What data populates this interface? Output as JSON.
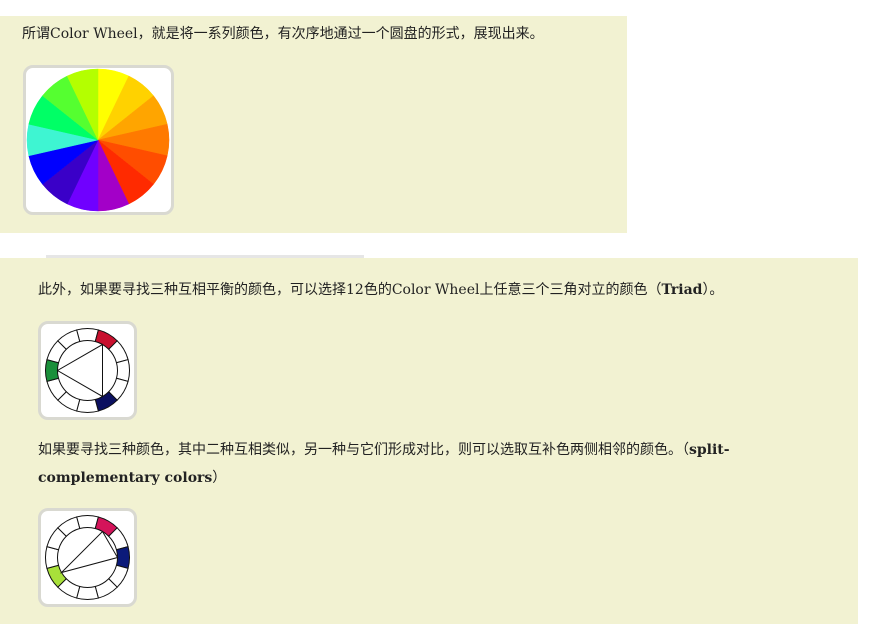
{
  "intro": {
    "text": "所谓Color Wheel，就是将一系列颜色，有次序地通过一个圆盘的形式，展现出来。"
  },
  "color_wheel": {
    "segments": [
      "#ffff00",
      "#ffd200",
      "#ffa500",
      "#ff7a00",
      "#ff4d00",
      "#ff2a00",
      "#a300c8",
      "#7000ff",
      "#3a00c8",
      "#0000ff",
      "#3ef5d2",
      "#00ff66",
      "#55ff30",
      "#b4ff00"
    ]
  },
  "triad": {
    "text_before": "此外，如果要寻找三种互相平衡的颜色，可以选择12色的Color Wheel上任意三个三角对立的颜色（",
    "text_bold": "Triad",
    "text_after": "）。",
    "highlight_colors": [
      "#c8102e",
      "#1a8f3a",
      "#0b1060"
    ]
  },
  "split": {
    "text_before": "如果要寻找三种颜色，其中二种互相类似，另一种与它们形成对比，则可以选取互补色两侧相邻的颜色。（",
    "text_bold": "split-complementary colors",
    "text_after": "）",
    "highlight_colors": [
      "#d4145a",
      "#0b1a7a",
      "#a8e03a"
    ]
  }
}
